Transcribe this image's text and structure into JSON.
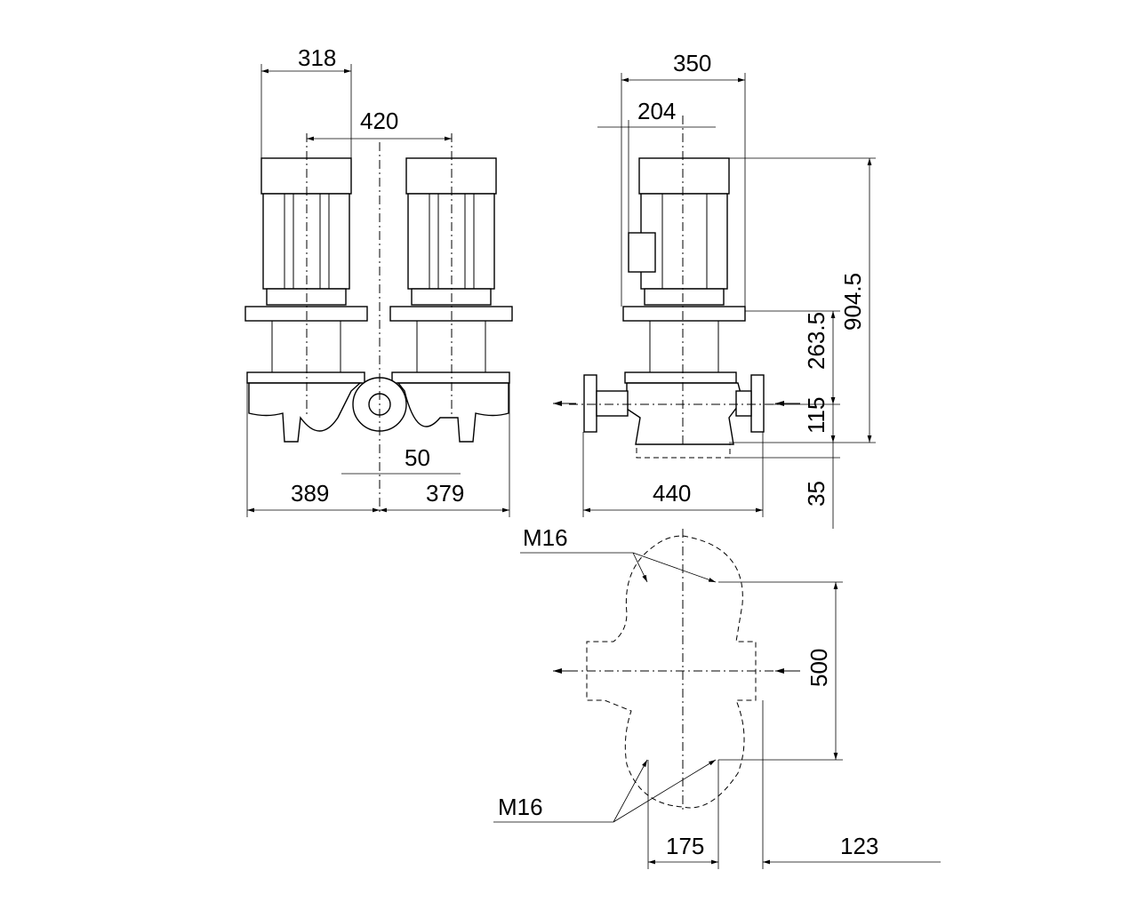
{
  "drawing": {
    "front_view": {
      "motor_width": "318",
      "motor_spacing": "420",
      "offset": "50",
      "left_width": "389",
      "right_width": "379"
    },
    "side_view": {
      "overall_depth": "350",
      "motor_offset": "204",
      "overall_height": "904.5",
      "flange_height": "263.5",
      "pipe_center_height": "115",
      "base_height": "35",
      "port_to_port": "440"
    },
    "base_plan": {
      "bolt_label_top": "M16",
      "bolt_label_bottom": "M16",
      "bolt_spacing_y": "500",
      "bolt_spacing_x": "175",
      "edge_offset": "123"
    }
  }
}
